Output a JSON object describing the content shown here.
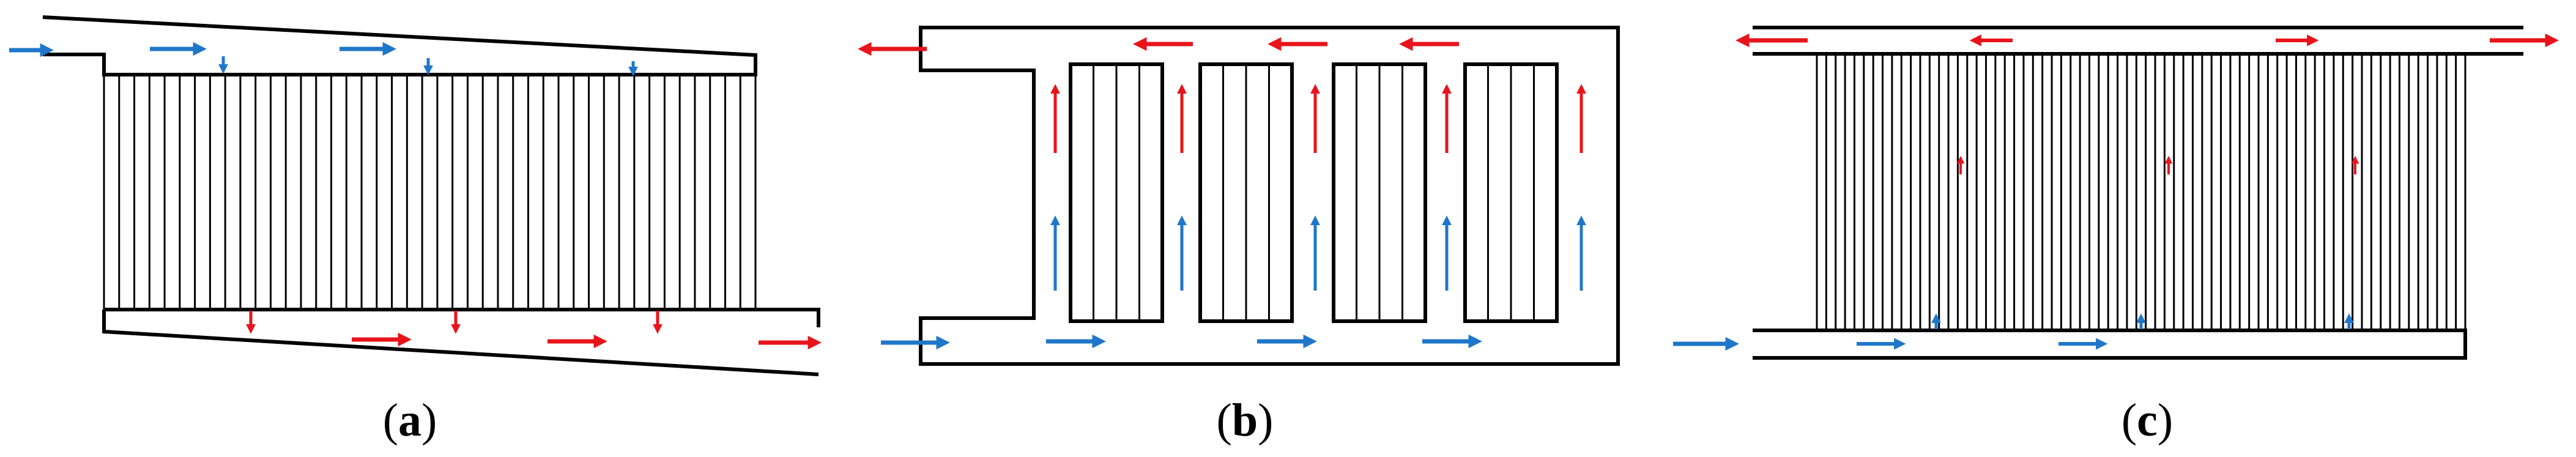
{
  "figure": {
    "panels": [
      {
        "id": "a",
        "open": "(",
        "letter": "a",
        "close": ")"
      },
      {
        "id": "b",
        "open": "(",
        "letter": "b",
        "close": ")"
      },
      {
        "id": "c",
        "open": "(",
        "letter": "c",
        "close": ")"
      }
    ]
  },
  "colors": {
    "inlet_flow": "#1f77c9",
    "outlet_flow": "#e8141b",
    "outline": "#000000",
    "background": "#ffffff"
  }
}
